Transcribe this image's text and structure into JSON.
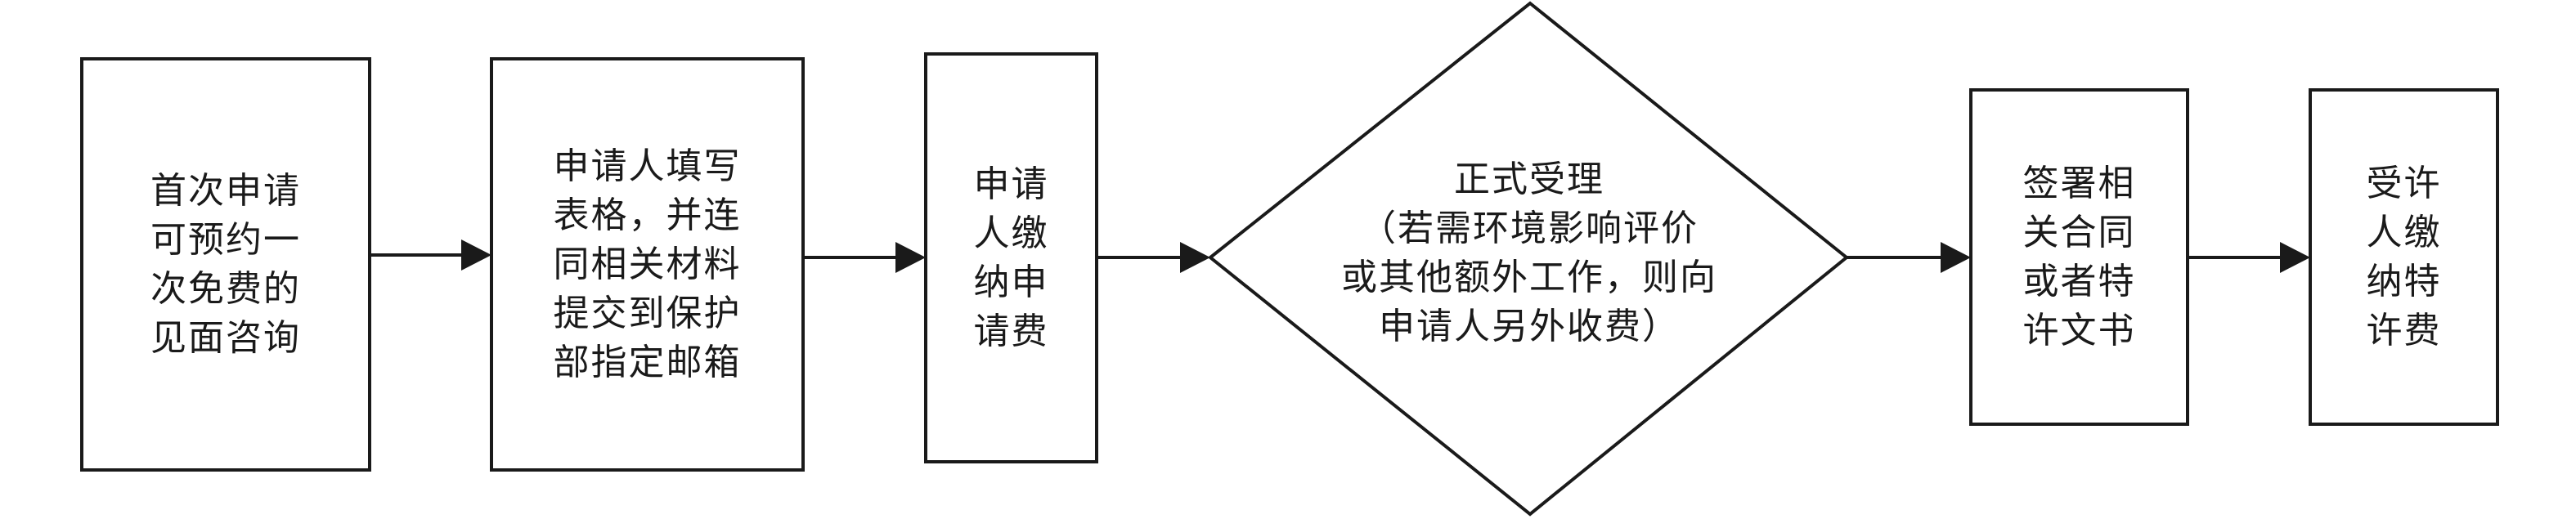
{
  "flow": {
    "steps": [
      {
        "text": "首次申请\n可预约一\n次免费的\n见面咨询"
      },
      {
        "text": "申请人填写\n表格，并连\n同相关材料\n提交到保护\n部指定邮箱"
      },
      {
        "text": "申请\n人缴\n纳申\n请费"
      },
      {
        "text": "正式受理\n（若需环境影响评价\n或其他额外工作，则向\n申请人另外收费）"
      },
      {
        "text": "签署相\n关合同\n或者特\n许文书"
      },
      {
        "text": "受许\n人缴\n纳特\n许费"
      }
    ]
  },
  "colors": {
    "line": "#1a1a1a",
    "fill": "#ffffff"
  }
}
